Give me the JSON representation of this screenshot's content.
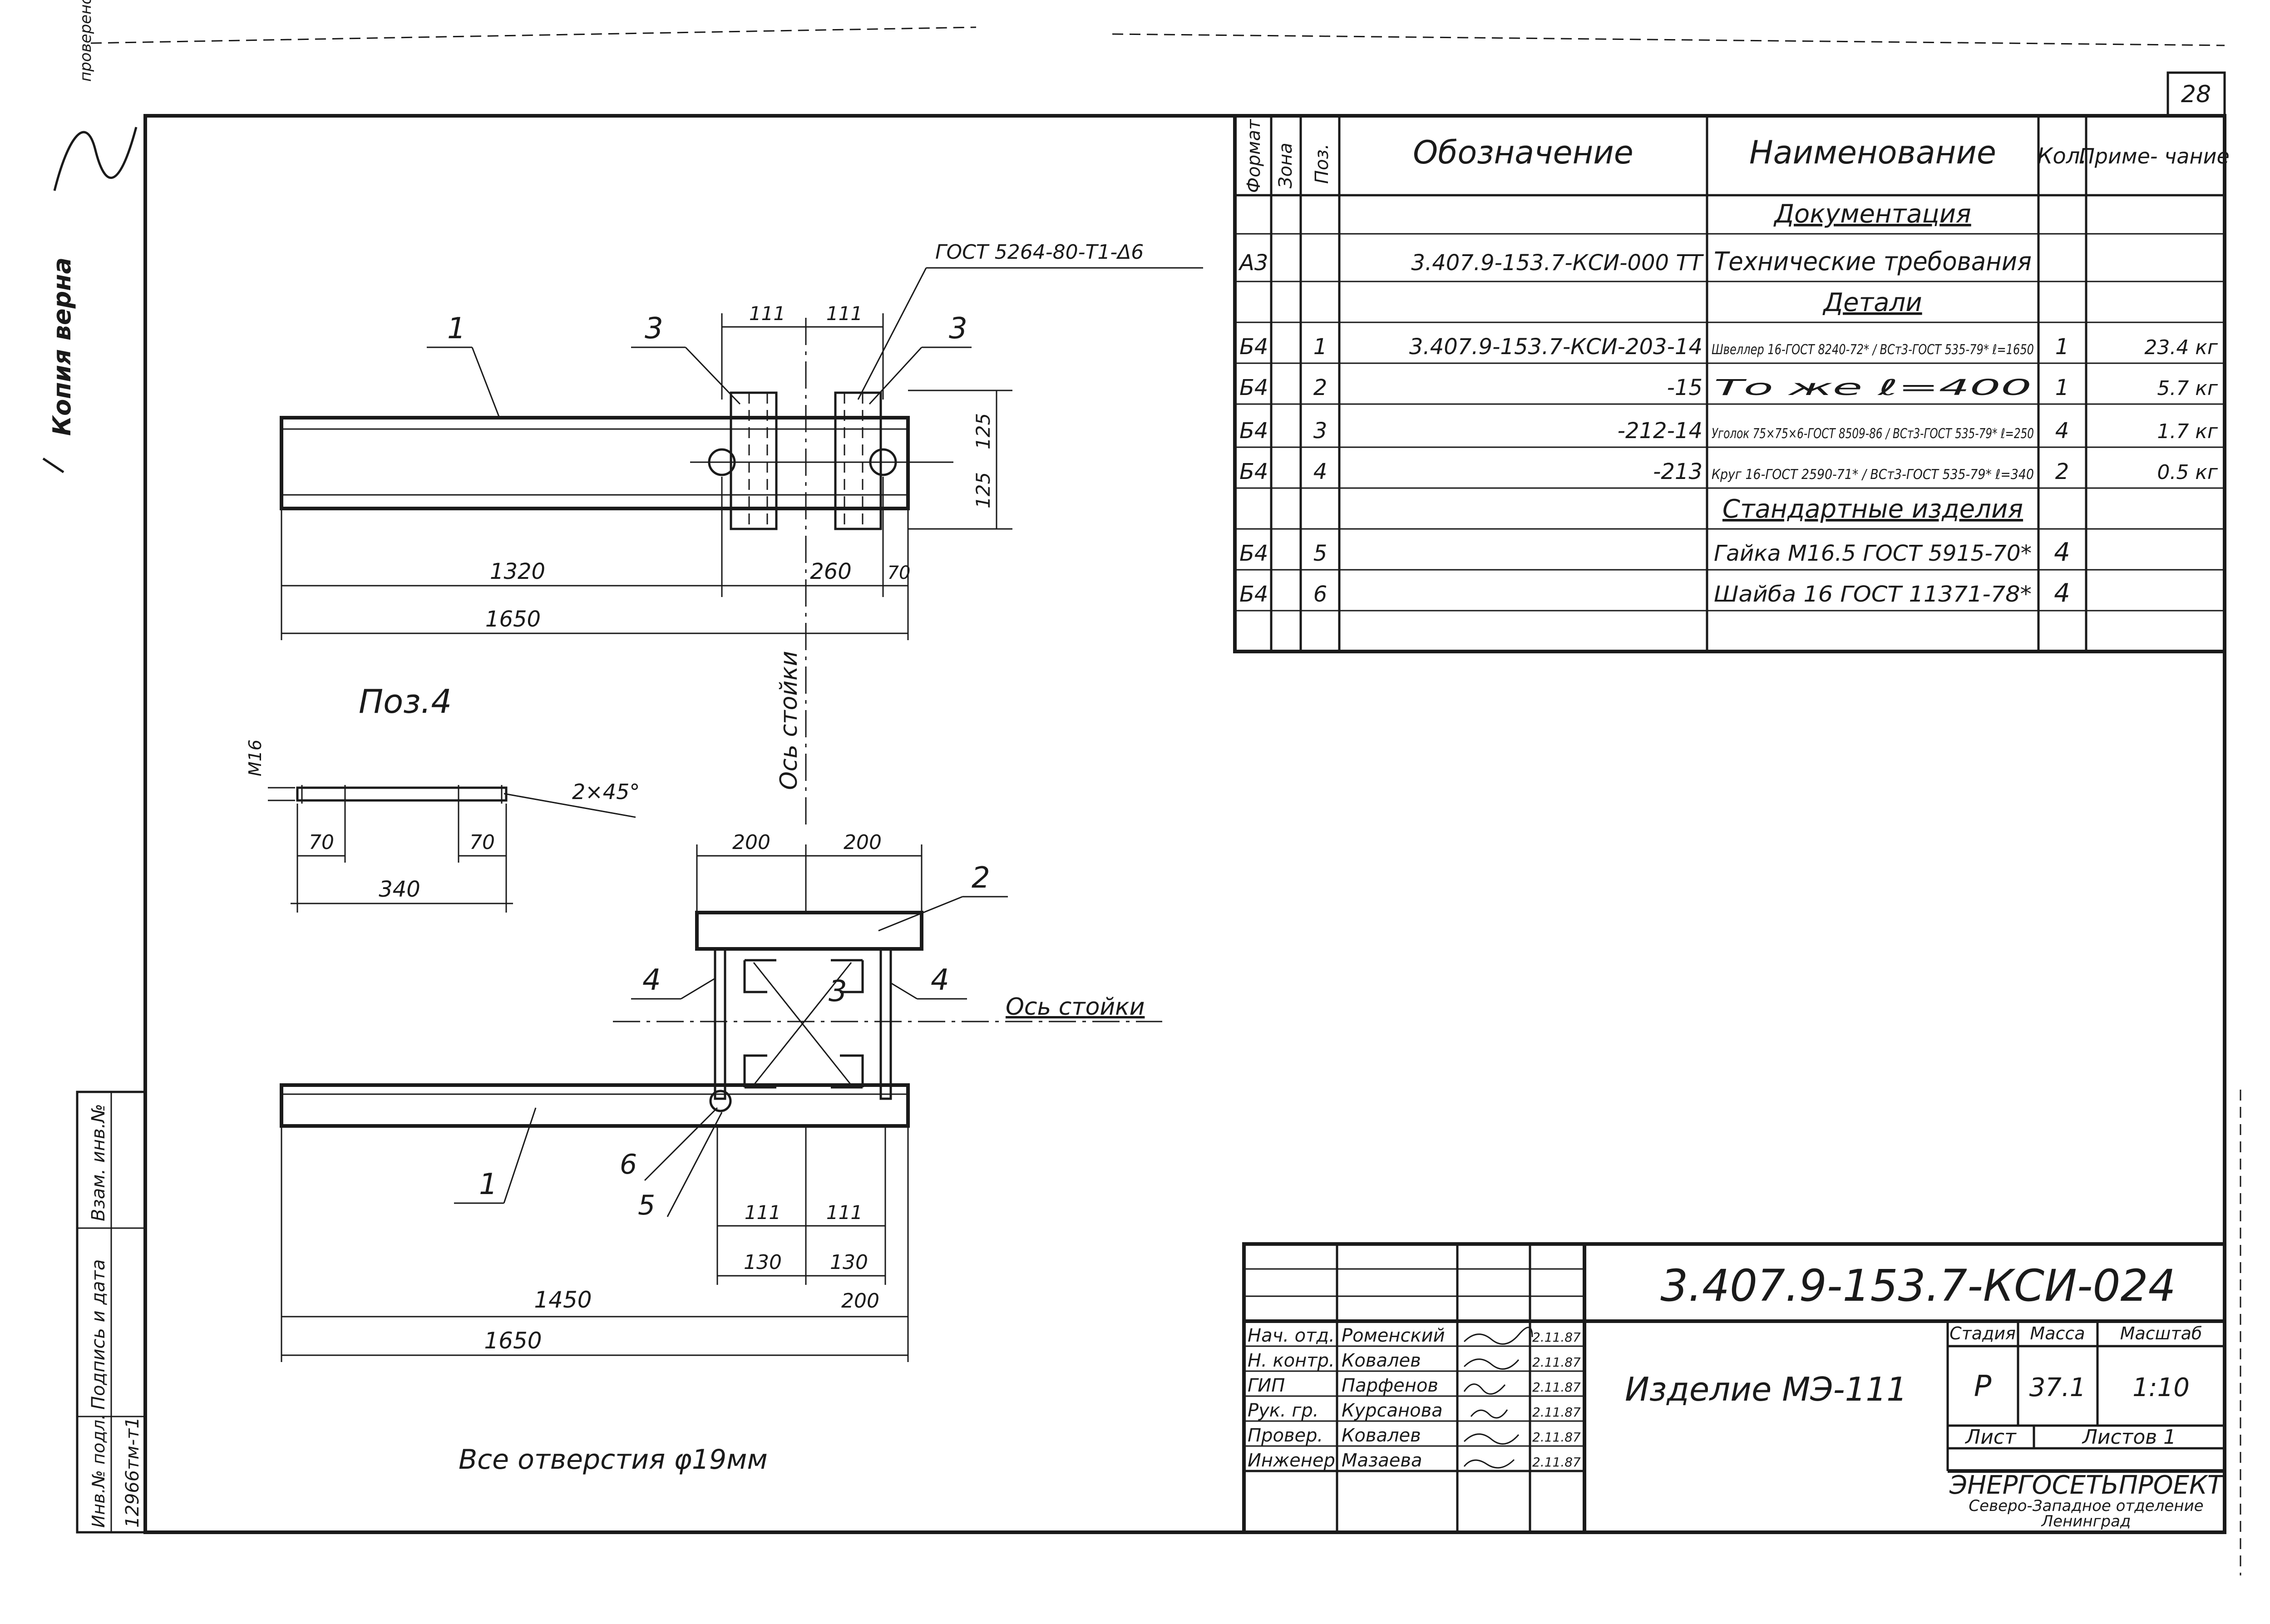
{
  "sheet": {
    "page_number": "28",
    "stamp_text": "проверено",
    "copy_note": "Копия верна"
  },
  "spec_table": {
    "headers": {
      "format": "Формат",
      "zone": "Зона",
      "pos": "Поз.",
      "designation": "Обозначение",
      "name": "Наименование",
      "qty": "Кол.",
      "note": "Приме- чание"
    },
    "sections": {
      "documentation": "Документация",
      "details": "Детали",
      "standard": "Стандартные изделия"
    },
    "rows": [
      {
        "format": "А3",
        "pos": "",
        "designation": "3.407.9-153.7-КСИ-000 ТТ",
        "name": "Технические требования",
        "qty": "",
        "note": ""
      },
      {
        "format": "Б4",
        "pos": "1",
        "designation": "3.407.9-153.7-КСИ-203-14",
        "name": "Швеллер 16-ГОСТ 8240-72* / ВСт3-ГОСТ 535-79*  ℓ=1650",
        "qty": "1",
        "note": "23.4 кг"
      },
      {
        "format": "Б4",
        "pos": "2",
        "designation": "-15",
        "name": "То же  ℓ=400",
        "qty": "1",
        "note": "5.7 кг"
      },
      {
        "format": "Б4",
        "pos": "3",
        "designation": "-212-14",
        "name": "Уголок 75×75×6-ГОСТ 8509-86 / ВСт3-ГОСТ 535-79*  ℓ=250",
        "qty": "4",
        "note": "1.7 кг"
      },
      {
        "format": "Б4",
        "pos": "4",
        "designation": "-213",
        "name": "Круг 16-ГОСТ 2590-71* / ВСт3-ГОСТ 535-79*  ℓ=340",
        "qty": "2",
        "note": "0.5 кг"
      },
      {
        "format": "Б4",
        "pos": "5",
        "designation": "",
        "name": "Гайка М16.5 ГОСТ 5915-70*",
        "qty": "4",
        "note": ""
      },
      {
        "format": "Б4",
        "pos": "6",
        "designation": "",
        "name": "Шайба 16 ГОСТ 11371-78*",
        "qty": "4",
        "note": ""
      }
    ]
  },
  "drawing": {
    "weld_note": "ГОСТ 5264-80-Т1-Δ6",
    "pos4_title": "Поз.4",
    "axis_label": "Ось стойки",
    "axis_label2": "Ось стойки",
    "holes_note": "Все отверстия φ19мм",
    "chamfer": "2×45°",
    "thread": "М16",
    "dims_top": {
      "d111a": "111",
      "d111b": "111",
      "d125a": "125",
      "d125b": "125",
      "d1320": "1320",
      "d260": "260",
      "d70": "70",
      "d1650": "1650"
    },
    "dims_pos4": {
      "d70a": "70",
      "d70b": "70",
      "d340": "340"
    },
    "dims_plan": {
      "d200a": "200",
      "d200b": "200",
      "d111a": "111",
      "d111b": "111",
      "d130a": "130",
      "d130b": "130",
      "d1450": "1450",
      "d200": "200",
      "d1650": "1650"
    },
    "callouts": {
      "c1": "1",
      "c1b": "1",
      "c2": "2",
      "c3a": "3",
      "c3b": "3",
      "c3c": "3",
      "c4a": "4",
      "c4b": "4",
      "c5": "5",
      "c6": "6"
    }
  },
  "title_block": {
    "code": "3.407.9-153.7-КСИ-024",
    "product": "Изделие МЭ-111",
    "stage_label": "Стадия",
    "mass_label": "Масса",
    "scale_label": "Масштаб",
    "stage": "Р",
    "mass": "37.1",
    "scale": "1:10",
    "sheet_label": "Лист",
    "sheets_label": "Листов 1",
    "org1": "ЭНЕРГОСЕТЬПРОЕКТ",
    "org2": "Северо-Западное отделение",
    "org3": "Ленинград",
    "people": [
      {
        "role": "Нач. отд.",
        "name": "Роменский",
        "date": "2.11.87"
      },
      {
        "role": "Н. контр.",
        "name": "Ковалев",
        "date": "2.11.87"
      },
      {
        "role": "ГИП",
        "name": "Парфенов",
        "date": "2.11.87"
      },
      {
        "role": "Рук. гр.",
        "name": "Курсанова",
        "date": "2.11.87"
      },
      {
        "role": "Провер.",
        "name": "Ковалев",
        "date": "2.11.87"
      },
      {
        "role": "Инженер",
        "name": "Мазаева",
        "date": "2.11.87"
      }
    ]
  },
  "side_strip": {
    "inv_podl": "Инв.№ подл.",
    "sign_date": "Подпись и дата",
    "vzam": "Взам. инв.№",
    "inv_value": "12966тм-т1"
  }
}
